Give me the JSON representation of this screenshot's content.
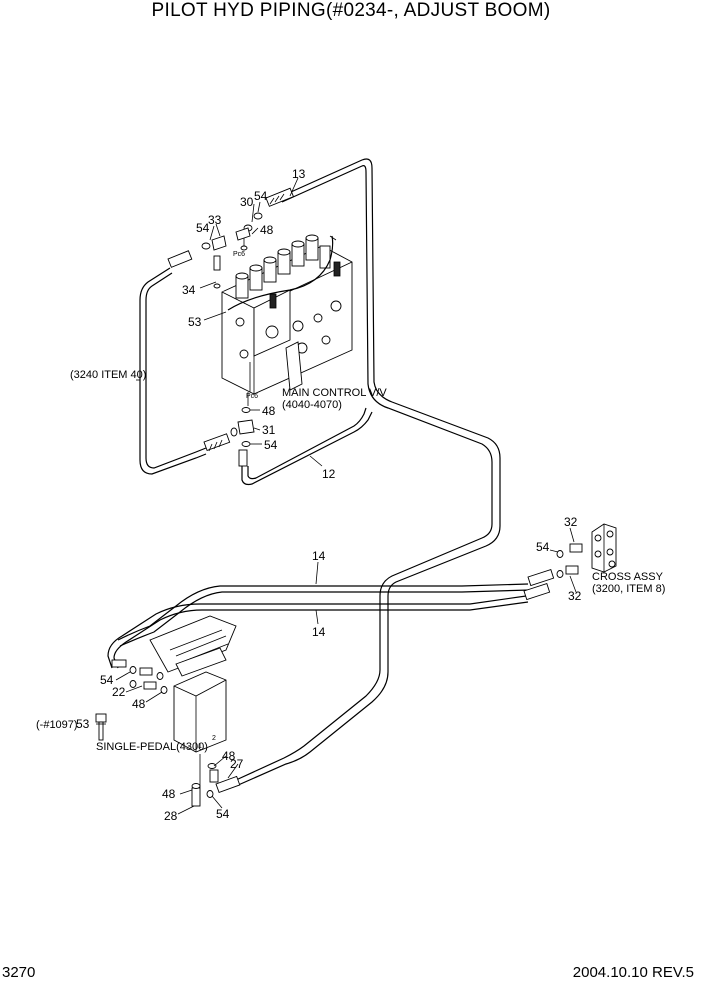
{
  "title": "PILOT HYD PIPING(#0234-, ADJUST BOOM)",
  "page_number": "3270",
  "date_rev": "2004.10.10  REV.5",
  "labels": {
    "main_cv_line1": "MAIN CONTROL V/V",
    "main_cv_line2": "(4040-4070)",
    "cross_line1": "CROSS ASSY",
    "cross_line2": "(3200, ITEM 8)",
    "single_pedal": "SINGLE-PEDAL(4300)",
    "item40": "(3240 ITEM 40)",
    "hash1097": "(-#1097)",
    "pc6_top": "Pc6",
    "pc6_bottom": "Pc6",
    "port_1": "1",
    "port_2": "2"
  },
  "callouts": {
    "c13": "13",
    "c30": "30",
    "c54a": "54",
    "c48a": "48",
    "c54b": "54",
    "c33": "33",
    "c34": "34",
    "c53a": "53",
    "c48b": "48",
    "c31": "31",
    "c54c": "54",
    "c12": "12",
    "c32a": "32",
    "c54d": "54",
    "c32b": "32",
    "c14a": "14",
    "c14b": "14",
    "c54e": "54",
    "c22": "22",
    "c48c": "48",
    "c53b": "53",
    "c48d": "48",
    "c27": "27",
    "c48e": "48",
    "c28": "28",
    "c54f": "54"
  }
}
